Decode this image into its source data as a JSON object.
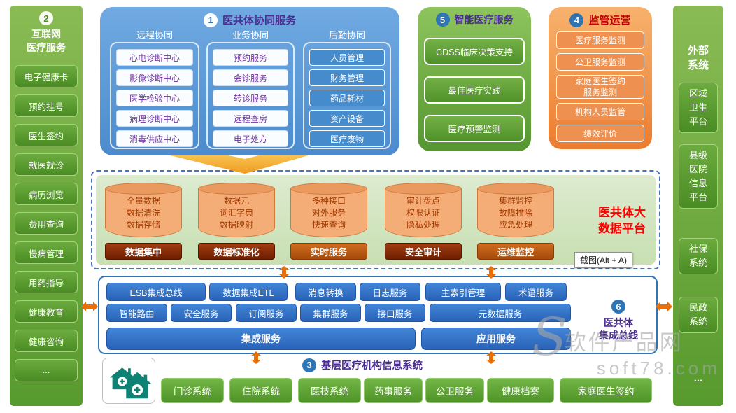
{
  "colors": {
    "green_accent": "#579a2e",
    "blue_accent": "#2e75b6",
    "orange_accent": "#ec7c2f",
    "purple_title": "#4a2d90",
    "red_title": "#fe0000"
  },
  "left_sidebar": {
    "badge": "2",
    "title": "互联网\n医疗服务",
    "items": [
      "电子健康卡",
      "预约挂号",
      "医生签约",
      "就医就诊",
      "病历浏览",
      "费用查询",
      "慢病管理",
      "用药指导",
      "健康教育",
      "健康咨询",
      "..."
    ]
  },
  "collab": {
    "badge": "1",
    "title": "医共体协同服务",
    "columns": [
      {
        "header": "远程协同",
        "items": [
          "心电诊断中心",
          "影像诊断中心",
          "医学检验中心",
          "病理诊断中心",
          "消毒供应中心"
        ]
      },
      {
        "header": "业务协同",
        "items": [
          "预约服务",
          "会诊服务",
          "转诊服务",
          "远程查房",
          "电子处方"
        ]
      },
      {
        "header": "后勤协同",
        "items": [
          "人员管理",
          "财务管理",
          "药品耗材",
          "资产设备",
          "医疗废物"
        ]
      }
    ]
  },
  "smart": {
    "badge": "5",
    "title": "智能医疗服务",
    "items": [
      "CDSS临床决策支持",
      "最佳医疗实践",
      "医疗预警监测"
    ]
  },
  "regulation": {
    "badge": "4",
    "title": "监管运营",
    "items": [
      "医疗服务监测",
      "公卫服务监测",
      "家庭医生签约\n服务监测",
      "机构人员监管",
      "绩效评价"
    ]
  },
  "right_sidebar": {
    "title": "外部\n系统",
    "items": [
      "区域\n卫生\n平台",
      "县级\n医院\n信息\n平台",
      "社保\n系统",
      "民政\n系统",
      "..."
    ]
  },
  "bigdata": {
    "title": "医共体大\n数据平台",
    "cylinders": [
      {
        "lines": "全量数据\n数据清洗\n数据存储",
        "label": "数据集中"
      },
      {
        "lines": "数据元\n词汇字典\n数据映射",
        "label": "数据标准化"
      },
      {
        "lines": "多种接口\n对外服务\n快速查询",
        "label": "实时服务"
      },
      {
        "lines": "审计盘点\n权限认证\n隐私处理",
        "label": "安全审计"
      },
      {
        "lines": "集群监控\n故障排除\n应急处理",
        "label": "运维监控"
      }
    ]
  },
  "tooltip": "截图(Alt + A)",
  "bus": {
    "badge": "6",
    "title": "医共体\n集成总线",
    "row1": [
      "ESB集成总线",
      "数据集成ETL",
      "消息转换",
      "日志服务",
      "主索引管理",
      "术语服务"
    ],
    "row2": [
      "智能路由",
      "安全服务",
      "订阅服务",
      "集群服务",
      "接口服务",
      "元数据服务"
    ],
    "row3": [
      "集成服务",
      "应用服务"
    ]
  },
  "base": {
    "badge": "3",
    "title": "基层医疗机构信息系统",
    "items": [
      "门诊系统",
      "住院系统",
      "医技系统",
      "药事服务",
      "公卫服务",
      "健康档案",
      "家庭医生签约"
    ]
  },
  "watermark": {
    "logo": "S",
    "line1": "软件产品网",
    "line2": "soft78.com"
  }
}
